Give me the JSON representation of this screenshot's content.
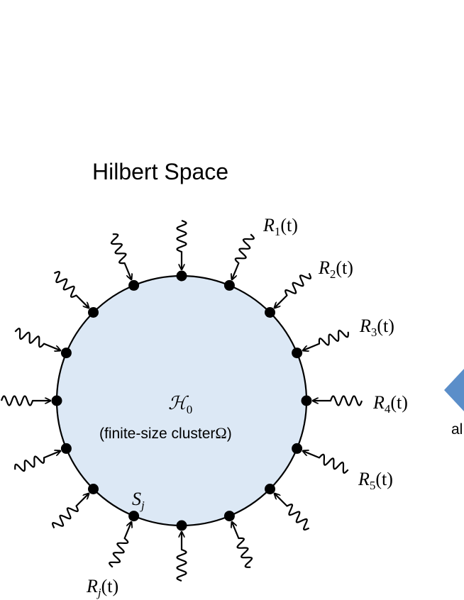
{
  "title": "Hilbert Space",
  "cluster": {
    "symbol": "ℋ",
    "subscript": "0",
    "caption_text": "(finite-size cluster",
    "caption_symbol": "Ω",
    "caption_close": ")"
  },
  "site_label": {
    "base": "S",
    "sub": "j"
  },
  "reservoirs": [
    {
      "base": "R",
      "sub": "1",
      "arg": "(t)"
    },
    {
      "base": "R",
      "sub": "2",
      "arg": "(t)"
    },
    {
      "base": "R",
      "sub": "3",
      "arg": "(t)"
    },
    {
      "base": "R",
      "sub": "4",
      "arg": "(t)"
    },
    {
      "base": "R",
      "sub": "5",
      "arg": "(t)"
    },
    {
      "base": "R",
      "sub": "j",
      "arg": "(t)"
    }
  ],
  "edge_fragment": "al",
  "colors": {
    "cluster_fill": "#dce8f5",
    "cluster_stroke": "#000000",
    "edge_shape": "#5b8ec9"
  }
}
